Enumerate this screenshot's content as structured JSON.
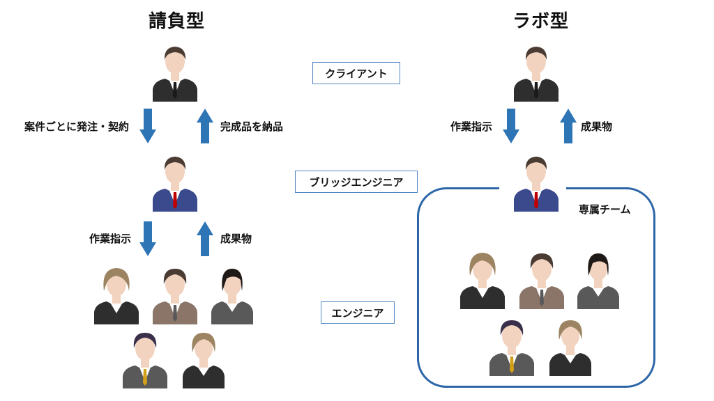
{
  "titles": {
    "left": "請負型",
    "right": "ラボ型"
  },
  "roles": {
    "client": "クライアント",
    "bridge": "ブリッジエンジニア",
    "engineer": "エンジニア"
  },
  "left_flow": {
    "top_down": "案件ごとに発注・契約",
    "top_up": "完成品を納品",
    "bottom_down": "作業指示",
    "bottom_up": "成果物"
  },
  "right_flow": {
    "down": "作業指示",
    "up": "成果物",
    "team": "専属チーム"
  },
  "colors": {
    "arrow": "#2e75b6",
    "box_border": "#4f86c2",
    "team_border": "#2d66a8",
    "suit_dark": "#2e2e2e",
    "suit_blue": "#3a4a8c",
    "suit_brown": "#8a7568",
    "suit_gray": "#595959",
    "skin": "#f2d3bf",
    "hair_dark": "#4a3b33",
    "hair_light": "#9c8462",
    "tie_red": "#c00000",
    "tie_yellow": "#d4a017"
  }
}
